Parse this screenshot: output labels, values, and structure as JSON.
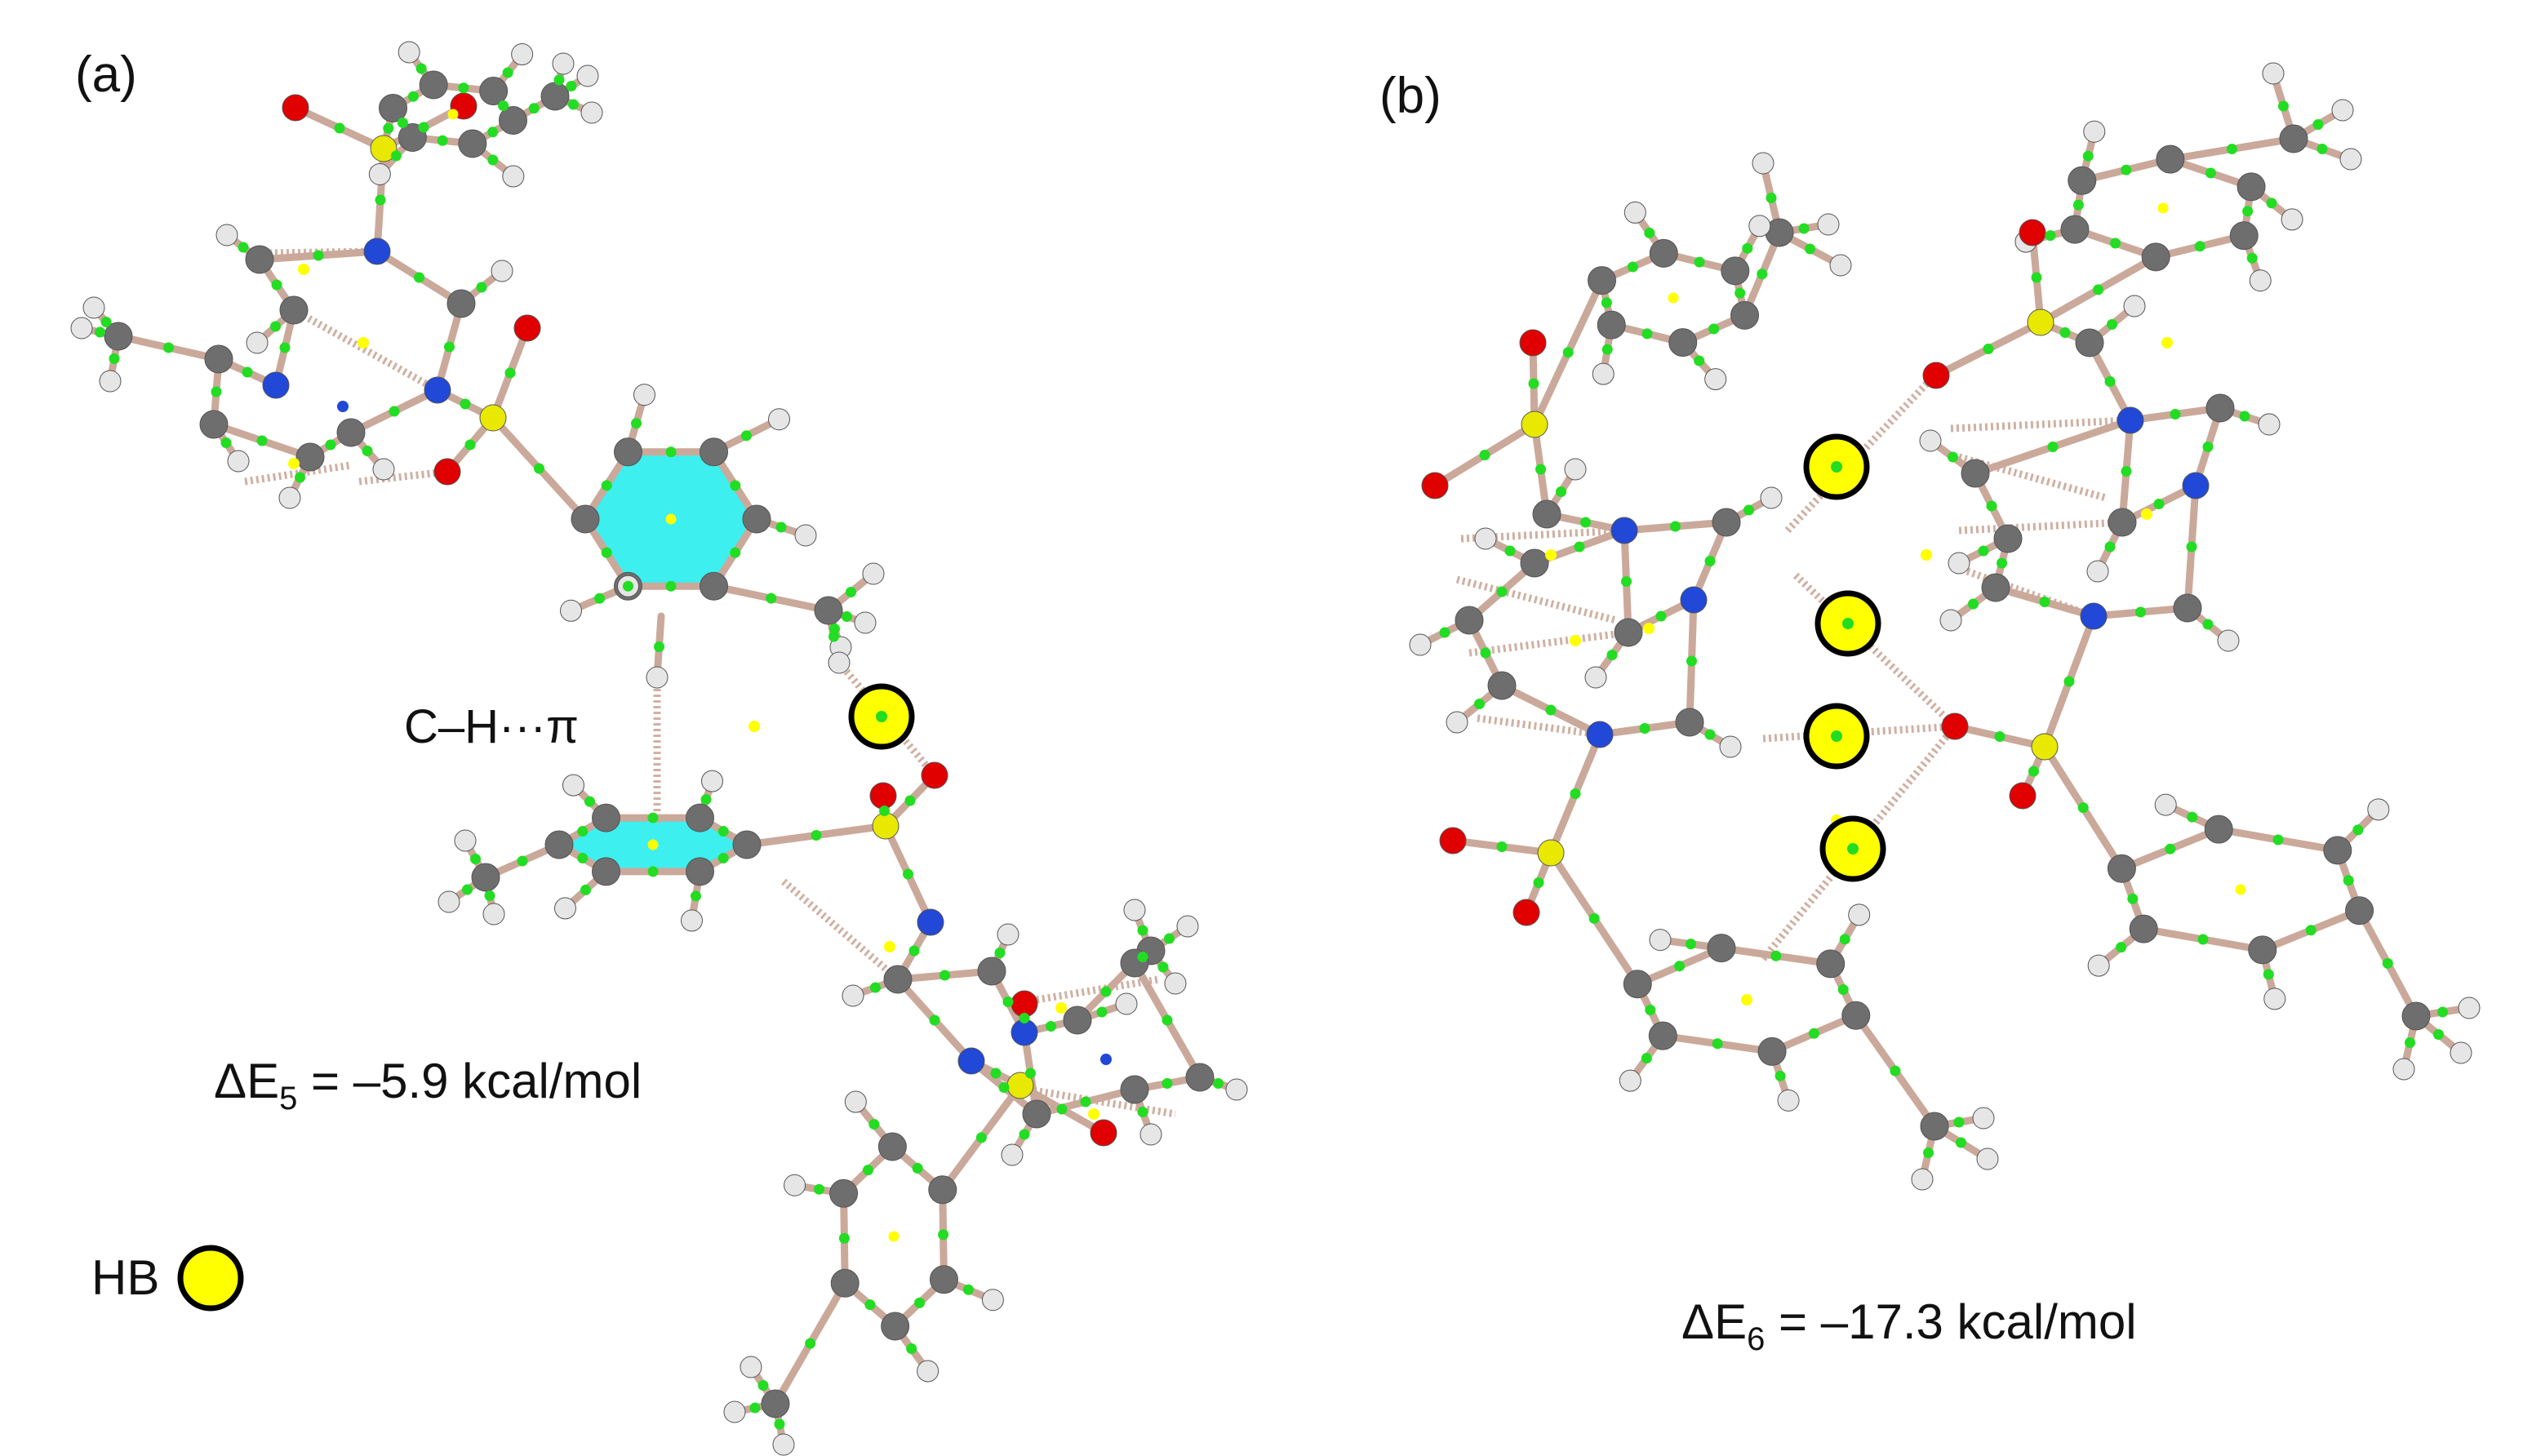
{
  "panels": {
    "a": {
      "label": "(a)",
      "interaction_label": "C–H···π",
      "energy": {
        "prefix": "ΔE",
        "subscript": "5",
        "value": " = –5.9 kcal/mol"
      }
    },
    "b": {
      "label": "(b)",
      "energy": {
        "prefix": "ΔE",
        "subscript": "6",
        "value": " = –17.3 kcal/mol"
      }
    }
  },
  "legend": {
    "hb_label": "HB",
    "hb_marker_color": "#ffff00"
  },
  "colors": {
    "carbon": "#6e6e6e",
    "hydrogen": "#e6e6e6",
    "nitrogen": "#2148d6",
    "oxygen": "#e00000",
    "sulfur": "#e8e800",
    "bond": "#caa99b",
    "bond_critical_point": "#22dd22",
    "ring_critical_point": "#ffff00",
    "ring_fill": "#33eeee",
    "hb_ring": "#000000"
  }
}
